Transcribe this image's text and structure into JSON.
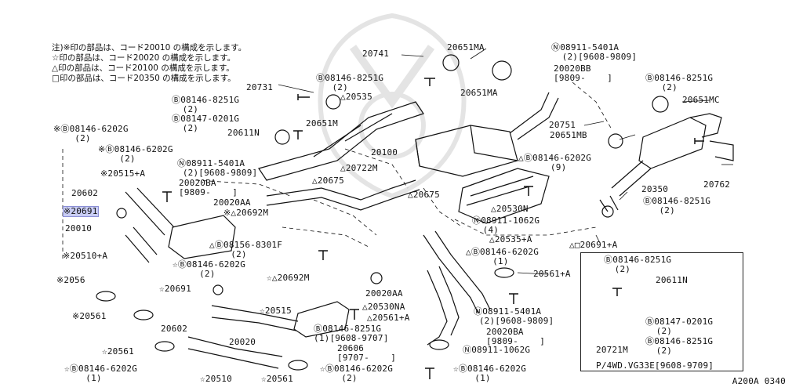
{
  "notes": [
    "注)※印の部品は、コード20010 の構成を示します。",
    "☆印の部品は、コード20020 の構成を示します。",
    "△印の部品は、コード20100 の構成を示します。",
    "□印の部品は、コード20350 の構成を示します。"
  ],
  "labels": [
    {
      "id": "l20741",
      "text": "20741"
    },
    {
      "id": "l20651ma_top",
      "text": "20651MA"
    },
    {
      "id": "l08911_tr",
      "text": "Ⓝ08911-5401A\n  (2)[9608-9809]"
    },
    {
      "id": "l20020bb",
      "text": "20020BB\n[9809-    ]"
    },
    {
      "id": "l08146_tl",
      "text": "Ⓑ08146-8251G\n   (2)"
    },
    {
      "id": "l08146_tr",
      "text": "Ⓑ08146-8251G\n   (2)"
    },
    {
      "id": "l20731",
      "text": "20731"
    },
    {
      "id": "l20535",
      "text": "△20535"
    },
    {
      "id": "l20651ma_mid",
      "text": "20651MA"
    },
    {
      "id": "l20651mc",
      "text": "20651MC"
    },
    {
      "id": "l08146_l1",
      "text": "Ⓑ08146-8251G\n  (2)"
    },
    {
      "id": "l08147_l1",
      "text": "Ⓑ08147-0201G\n  (2)"
    },
    {
      "id": "l20651m",
      "text": "20651M"
    },
    {
      "id": "l20751",
      "text": "20751"
    },
    {
      "id": "l20611n",
      "text": "20611N"
    },
    {
      "id": "l20651mb",
      "text": "20651MB"
    },
    {
      "id": "l08146_6202_a",
      "text": "※Ⓑ08146-6202G\n    (2)"
    },
    {
      "id": "l08146_6202_b",
      "text": "※Ⓑ08146-6202G\n    (2)"
    },
    {
      "id": "l20100",
      "text": "20100"
    },
    {
      "id": "l08911_l",
      "text": "Ⓝ08911-5401A\n (2)[9608-9809]"
    },
    {
      "id": "l20515a",
      "text": "※20515+A"
    },
    {
      "id": "l20722m",
      "text": "△20722M"
    },
    {
      "id": "l08146_r9",
      "text": "△Ⓑ08146-6202G\n      (9)"
    },
    {
      "id": "l20020ba",
      "text": "20020BA\n[9809-    ]"
    },
    {
      "id": "l20675a",
      "text": "△20675"
    },
    {
      "id": "l20602a",
      "text": "20602"
    },
    {
      "id": "l20675b",
      "text": "△20675"
    },
    {
      "id": "l20350",
      "text": "20350"
    },
    {
      "id": "l20762",
      "text": "20762"
    },
    {
      "id": "l20020aa",
      "text": "20020AA"
    },
    {
      "id": "l20692m",
      "text": "※△20692M"
    },
    {
      "id": "l20691_hl",
      "text": "※20691"
    },
    {
      "id": "l20530n",
      "text": "△20530N"
    },
    {
      "id": "l08146_r2",
      "text": "Ⓑ08146-8251G\n   (2)"
    },
    {
      "id": "l20010",
      "text": "20010"
    },
    {
      "id": "l08911_1062a",
      "text": "Ⓝ08911-1062G\n  (4)"
    },
    {
      "id": "l20535a",
      "text": "△20535+A"
    },
    {
      "id": "l08156",
      "text": "△Ⓑ08156-8301F\n    (2)"
    },
    {
      "id": "l20691a",
      "text": "△□20691+A"
    },
    {
      "id": "l20510a",
      "text": "※20510+A"
    },
    {
      "id": "l08146_6202_c",
      "text": "☆Ⓑ08146-6202G\n     (2)"
    },
    {
      "id": "l08146_6202_d",
      "text": "△Ⓑ08146-6202G\n     (1)"
    },
    {
      "id": "l08146_box1",
      "text": "Ⓑ08146-8251G\n  (2)"
    },
    {
      "id": "l20561_left",
      "text": "※2056"
    },
    {
      "id": "l20692m_b",
      "text": "☆△20692M"
    },
    {
      "id": "l20561a",
      "text": "20561+A"
    },
    {
      "id": "l20611n_b",
      "text": "20611N"
    },
    {
      "id": "l20691_b",
      "text": "☆20691"
    },
    {
      "id": "l20020aa_b",
      "text": "20020AA"
    },
    {
      "id": "l20561_b",
      "text": "※20561"
    },
    {
      "id": "l20515_b",
      "text": "☆20515"
    },
    {
      "id": "l20530na",
      "text": "△20530NA"
    },
    {
      "id": "l20561a_b",
      "text": "△20561+A"
    },
    {
      "id": "l08911_br",
      "text": "ⓃO8911-5401A\n (2)[9608-9809]"
    },
    {
      "id": "l08147_box",
      "text": "Ⓑ08147-0201G\n  (2)"
    },
    {
      "id": "l20602b",
      "text": "20602"
    },
    {
      "id": "l08146_mb",
      "text": "Ⓑ08146-8251G\n(1)[9608-9707]"
    },
    {
      "id": "l20020ba_b",
      "text": "20020BA\n[9809-    ]"
    },
    {
      "id": "l08146_box2",
      "text": "Ⓑ08146-8251G\n  (2)"
    },
    {
      "id": "l20020",
      "text": "20020"
    },
    {
      "id": "l20606",
      "text": "20606\n[9707-    ]"
    },
    {
      "id": "l20561_c",
      "text": "☆20561"
    },
    {
      "id": "l08911_1062b",
      "text": "Ⓝ08911-1062G"
    },
    {
      "id": "l20721m",
      "text": "20721M"
    },
    {
      "id": "l08146_bl",
      "text": "☆Ⓑ08146-6202G\n    (1)"
    },
    {
      "id": "l20510",
      "text": "☆20510"
    },
    {
      "id": "l20561_d",
      "text": "☆20561"
    },
    {
      "id": "l08146_bm",
      "text": "☆Ⓑ08146-6202G\n    (2)"
    },
    {
      "id": "l08146_br",
      "text": "☆Ⓑ08146-6202G\n    (1)"
    }
  ],
  "box_caption": "P/4WD.VG33E[9608-9709]",
  "figure_code": "A200A 0340"
}
